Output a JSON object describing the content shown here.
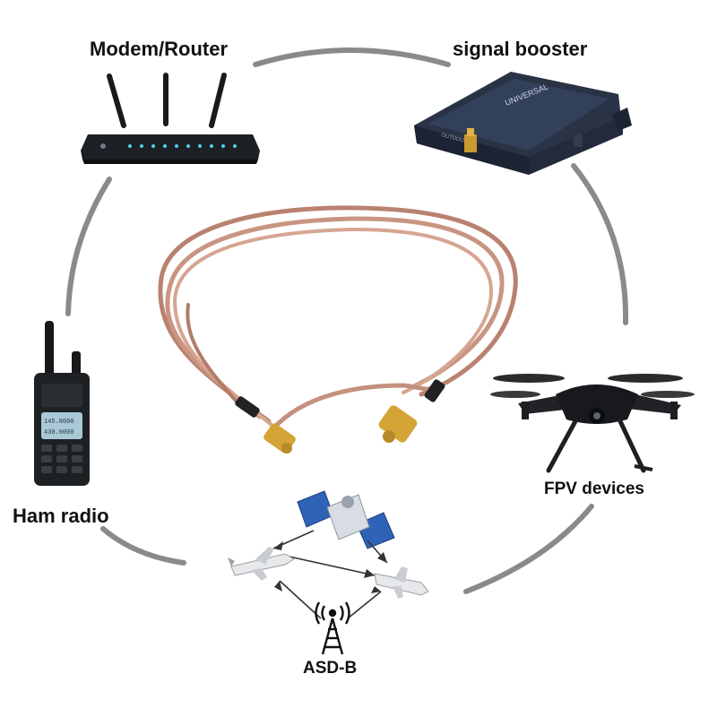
{
  "labels": {
    "router": "Modem/Router",
    "booster": "signal booster",
    "ham_radio": "Ham radio",
    "fpv": "FPV devices",
    "adsb": "ASD-B"
  },
  "device_text": {
    "booster_port": "OUTDOOR",
    "booster_brand": "UNIVERSAL",
    "radio_screen_line1": "145.0000",
    "radio_screen_line2": "430.0000"
  },
  "colors": {
    "ring": "#7a7a7a",
    "cable": "#c98a73",
    "connector_gold": "#d4a437",
    "device_dark": "#1f2328",
    "satellite_panel": "#2f63b8"
  },
  "icons": [
    "router-icon",
    "signal-booster-icon",
    "ham-radio-icon",
    "drone-icon",
    "satellite-icon",
    "airplane-icon",
    "radio-tower-icon",
    "coax-cable-icon"
  ]
}
